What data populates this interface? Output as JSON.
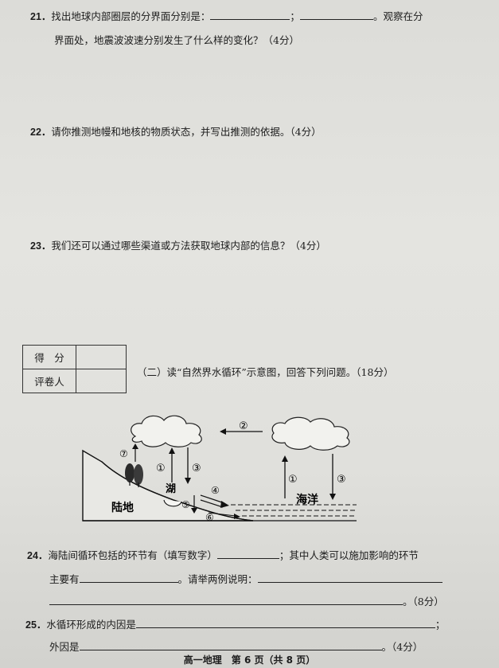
{
  "questions": {
    "q21": {
      "number": "21．",
      "text_a": "找出地球内部圈层的分界面分别是：",
      "sep": "；",
      "text_b": "。观察在分",
      "line2": "界面处，地震波波速分别发生了什么样的变化？（4分）"
    },
    "q22": {
      "number": "22．",
      "text": "请你推测地幔和地核的物质状态，并写出推测的依据。（4分）"
    },
    "q23": {
      "number": "23．",
      "text": "我们还可以通过哪些渠道或方法获取地球内部的信息？（4分）"
    },
    "q24": {
      "number": "24．",
      "text_a": "海陆间循环包括的环节有（填写数字）",
      "text_b": "；其中人类可以施加影响的环节",
      "line2_a": "主要有",
      "line2_b": "。请举两例说明：",
      "line3_end": "。（8分）"
    },
    "q25": {
      "number": "25．",
      "text_a": "水循环形成的内因是",
      "text_a_end": "；",
      "line2_a": "外因是",
      "line2_end": "。（4分）"
    }
  },
  "score_box": {
    "row1_label": "得　分",
    "row2_label": "评卷人"
  },
  "section": {
    "title": "（二）读“自然界水循环”示意图，回答下列问题。（18分）"
  },
  "diagram": {
    "label_land": "陆地",
    "label_lake": "湖",
    "label_ocean": "海洋",
    "markers": {
      "m1_land": "①",
      "m1_ocean": "①",
      "m2": "②",
      "m3_land": "③",
      "m3_ocean": "③",
      "m4": "④",
      "m5": "⑤",
      "m6": "⑥",
      "m7": "⑦"
    }
  },
  "footer": {
    "text": "高一地理　第 6 页（共 8 页）"
  }
}
